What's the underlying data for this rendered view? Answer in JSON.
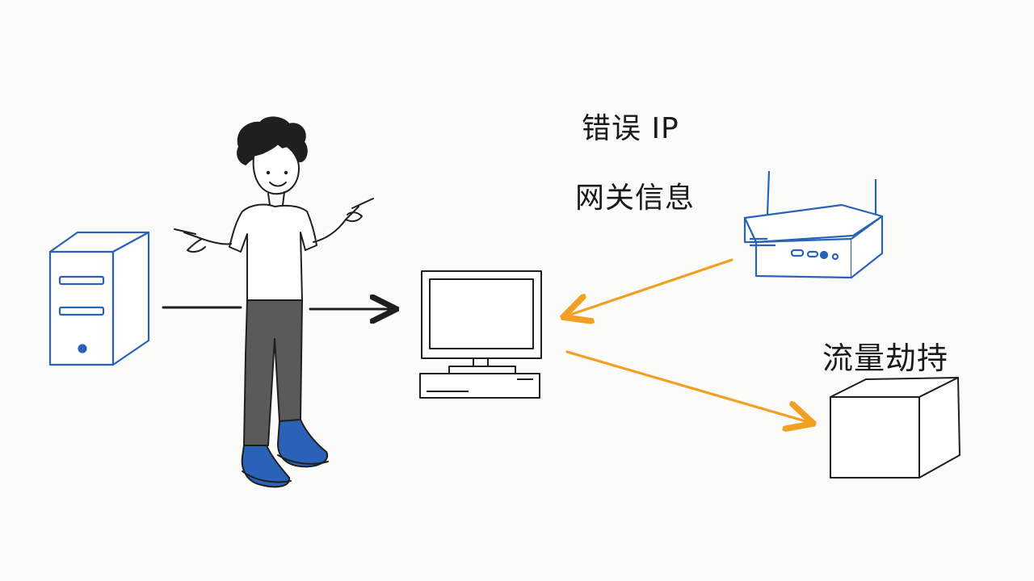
{
  "colors": {
    "ink": "#1f1f1f",
    "blue": "#2a62b8",
    "orange": "#f2a024",
    "pants": "#5a5a5a",
    "paper": "#fbfbfa"
  },
  "labels": {
    "wrong_ip": "错误 IP",
    "gateway_info": "网关信息",
    "traffic_hijack": "流量劫持"
  },
  "icons": {
    "server": "server-tower-icon",
    "person": "person-pointing-icon",
    "computer": "desktop-computer-icon",
    "router": "router-icon",
    "box": "box-icon"
  }
}
